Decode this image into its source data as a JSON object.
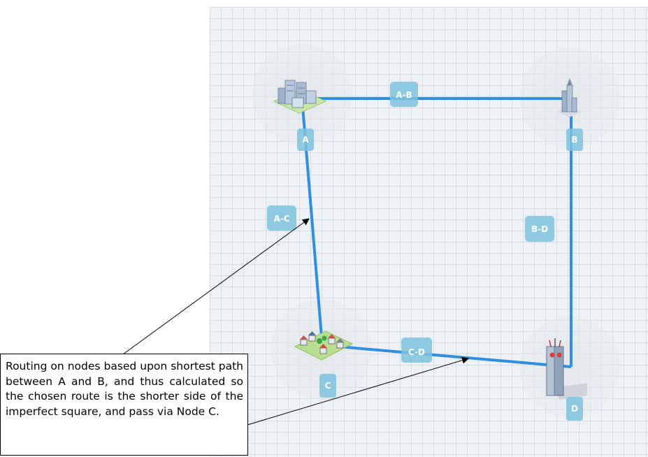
{
  "nodes": [
    {
      "id": "A",
      "label": "A",
      "icon": "office-buildings-icon"
    },
    {
      "id": "B",
      "label": "B",
      "icon": "skyscraper-icon"
    },
    {
      "id": "C",
      "label": "C",
      "icon": "residential-houses-icon"
    },
    {
      "id": "D",
      "label": "D",
      "icon": "cell-tower-building-icon"
    }
  ],
  "links": [
    {
      "id": "A-B",
      "label": "A-B",
      "from": "A",
      "to": "B"
    },
    {
      "id": "A-C",
      "label": "A-C",
      "from": "A",
      "to": "C"
    },
    {
      "id": "B-D",
      "label": "B-D",
      "from": "B",
      "to": "D"
    },
    {
      "id": "C-D",
      "label": "C-D",
      "from": "C",
      "to": "D"
    }
  ],
  "annotation": {
    "text": "Routing on nodes based upon shortest path between A and B, and thus calculated so the chosen route is the shorter side of the imperfect square, and pass via Node C."
  },
  "colors": {
    "link": "#2f8fe0",
    "label_bg": "#7ec3de",
    "grid_bg": "#eef2f6",
    "grid_line": "#d8dde3"
  }
}
